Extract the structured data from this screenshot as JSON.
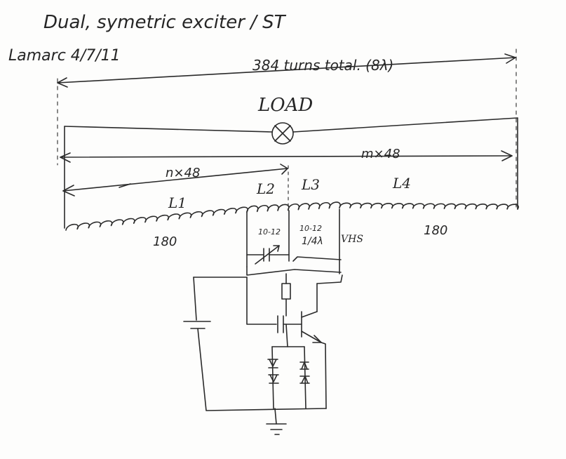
{
  "title": "Dual, symetric exciter / ST",
  "author": "Lamarc 4/7/11",
  "total_note": "384 turns total. (8λ)",
  "load_label": "LOAD",
  "n_label": "n×48",
  "m_label": "m×48",
  "coils": {
    "l1": "L1",
    "l2": "L2",
    "l3": "L3",
    "l4": "L4"
  },
  "turns_left": "180",
  "turns_right": "180",
  "cap_label_left": "10-12",
  "cap_label_right": "10-12",
  "quarter_wave": "1/4λ",
  "vhs_label": "VHS"
}
